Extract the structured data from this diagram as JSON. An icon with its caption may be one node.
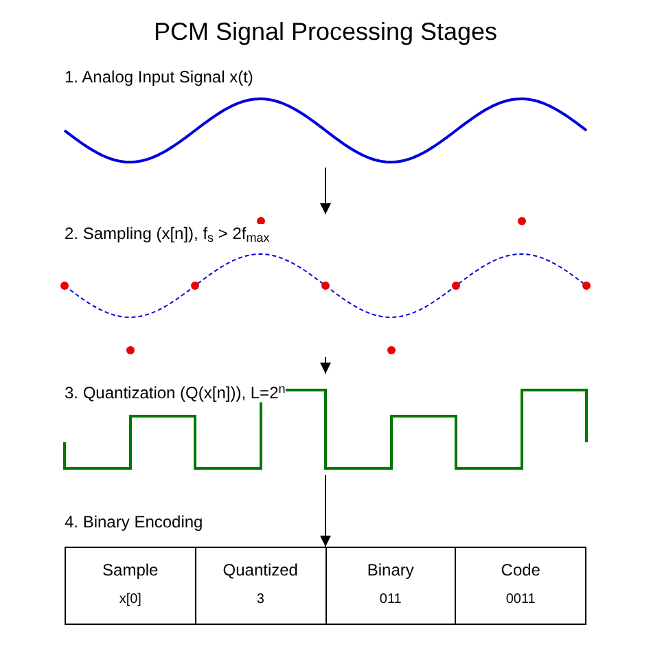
{
  "diagram": {
    "title": "PCM Signal Processing Stages",
    "nodes": [
      {
        "text": [
          "1. Analog Input Signal x(t)"
        ]
      },
      {
        "text": [
          "2. Sampling (x[n]), f$_{s}$ > 2f$_{max}$"
        ]
      },
      {
        "text": [
          "3. Quantization (Q(x[n])), L=2$^{n}$"
        ]
      },
      {
        "text": [],
        "shape": "box",
        "beside": [
          "4. Binary Encoding"
        ]
      },
      {
        "text": [
          "Sample",
          "x[0]"
        ],
        "in": 3
      },
      {
        "text": [
          "Quantized",
          "3"
        ],
        "in": 3
      },
      {
        "text": [
          "Binary",
          "011"
        ],
        "in": 3
      },
      {
        "text": [
          "Code",
          "0011"
        ],
        "in": 3
      }
    ],
    "edges": [
      {
        "from": 0,
        "to": 1,
        "arrow": "to"
      },
      {
        "from": 1,
        "to": 2,
        "arrow": "to"
      },
      {
        "from": 2,
        "to": 3,
        "arrow": "to"
      }
    ]
  }
}
